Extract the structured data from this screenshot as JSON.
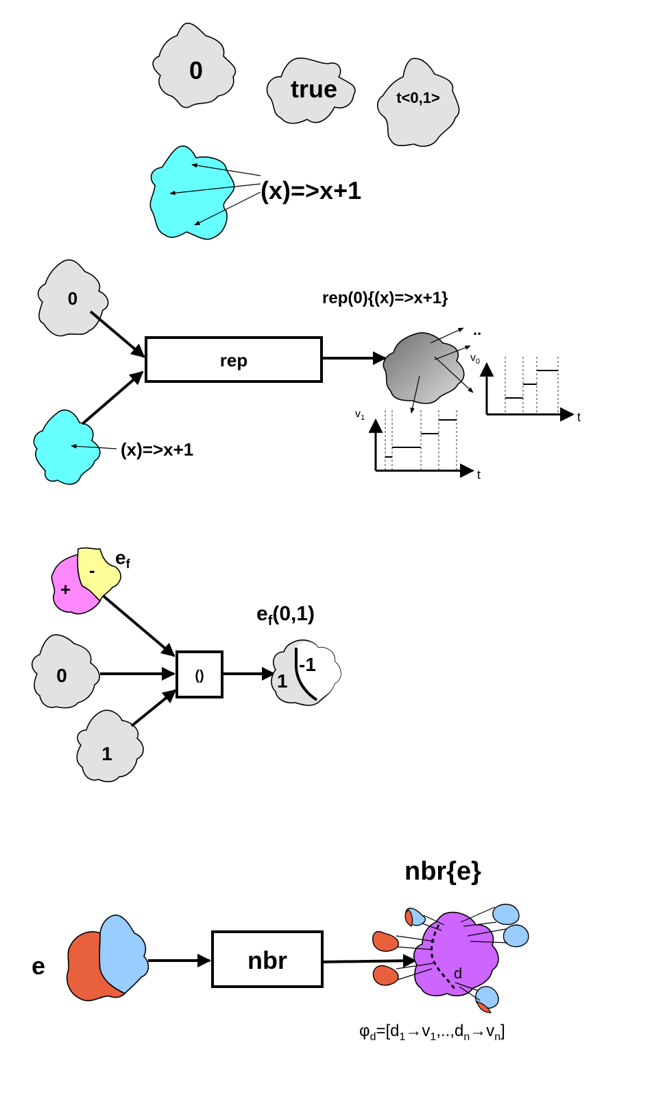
{
  "colors": {
    "value_field": "#e2e2e2",
    "function_field": "#66ffff",
    "rep_field_dark": "#6f6f6f",
    "rep_field_light": "#dcdcdc",
    "plus_region": "#ff88ff",
    "minus_region": "#ffff99",
    "nbr_blue": "#99ccff",
    "nbr_red": "#e8603c",
    "nbr_purple": "#cc66ff"
  },
  "section1": {
    "zero": "0",
    "true": "true",
    "tuple": "t<0,1>",
    "lambda": "(x)=>x+1"
  },
  "section2": {
    "input_zero": "0",
    "input_lambda": "(x)=>x+1",
    "box": "rep",
    "output_label": "rep(0){(x)=>x+1}",
    "ellipsis": "..",
    "v0": "v",
    "v0_sub": "0",
    "v1": "v",
    "v1_sub": "1",
    "t_axis_1": "t",
    "t_axis_2": "t"
  },
  "section3": {
    "ef": "e",
    "ef_sub": "f",
    "plus": "+",
    "minus": "-",
    "input_zero": "0",
    "input_one": "1",
    "box": "()",
    "output_label_e": "e",
    "output_label_sub": "f",
    "output_label_args": "(0,1)",
    "out_one": "1",
    "out_minus_one": "-1"
  },
  "section4": {
    "e": "e",
    "box": "nbr",
    "title": "nbr{e}",
    "d": "d",
    "phi": "φ",
    "phi_sub": "d",
    "phi_eq": "=[d",
    "phi_d1_sub": "1",
    "arrow1": "→v",
    "phi_v1_sub": "1",
    "dots": ",..,d",
    "phi_dn_sub": "n",
    "arrow2": "→v",
    "phi_vn_sub": "n",
    "close": "]"
  }
}
